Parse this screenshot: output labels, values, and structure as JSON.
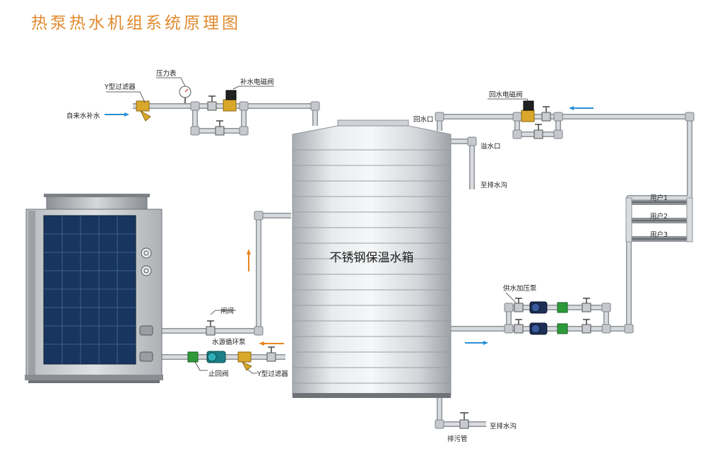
{
  "title": "热泵热水机组系统原理图",
  "tank": {
    "label": "不锈钢保温水箱"
  },
  "labels": {
    "y_filter_top": "Y型过滤器",
    "pressure_gauge": "压力表",
    "makeup_solenoid": "补水电磁阀",
    "tap_water_makeup": "自来水补水",
    "return_port": "回水口",
    "return_solenoid": "回水电磁阀",
    "overflow_port": "溢水口",
    "to_drain_overflow": "至排水沟",
    "user1": "用户1",
    "user2": "用户2",
    "user3": "用户3",
    "supply_pump": "供水加压泵",
    "gate_valve": "闸阀",
    "circ_pump": "水源循环泵",
    "check_valve": "止回阀",
    "y_filter_bottom": "Y型过滤器",
    "sewage_pipe": "排污管",
    "to_drain_bottom": "至排水沟"
  },
  "colors": {
    "title": "#e08a2e",
    "pipe": "#d9dcdf",
    "pipe_stroke": "#8e9399",
    "arrow_blue": "#2a8fd4",
    "arrow_orange": "#e8861f",
    "panel": "#17355f",
    "brass": "#d9a72a",
    "valve_green": "#2d9a3a",
    "pump_teal": "#1a7f86"
  }
}
